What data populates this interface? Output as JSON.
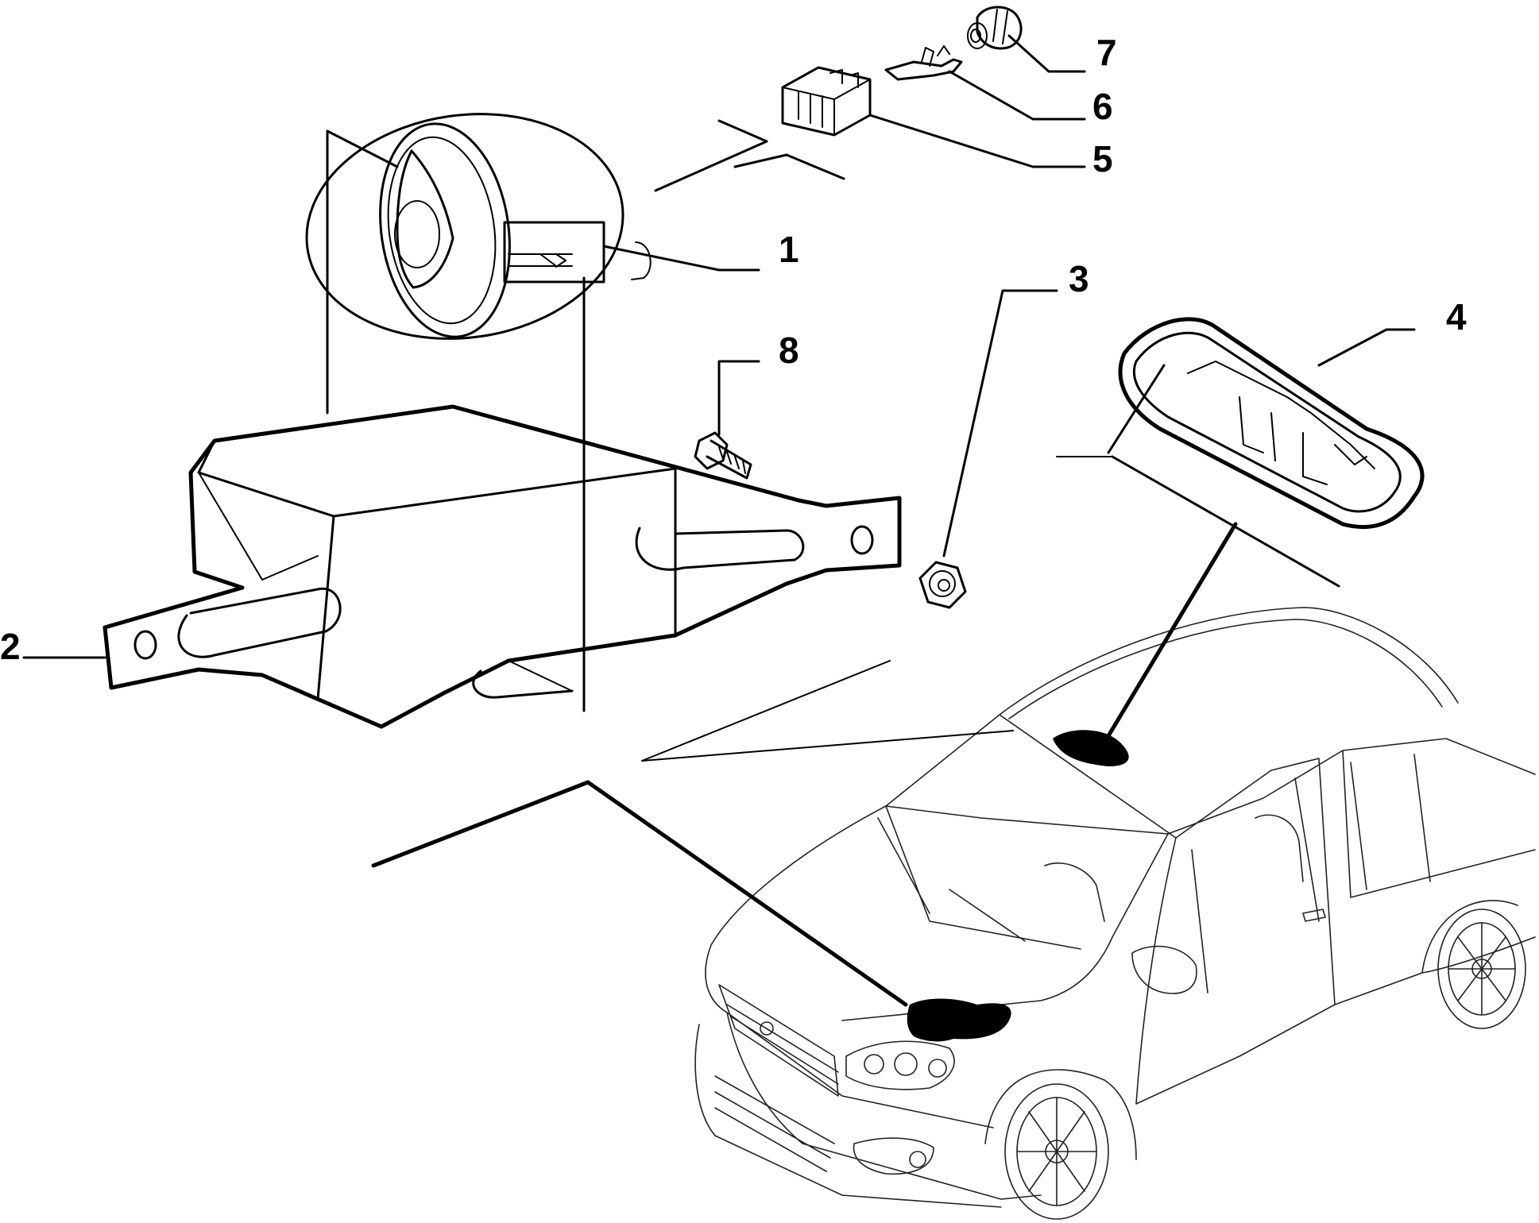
{
  "diagram": {
    "parts": [
      {
        "number": "1",
        "icon": "siren-horn-icon"
      },
      {
        "number": "2",
        "icon": "mounting-bracket-icon"
      },
      {
        "number": "3",
        "icon": "flange-nut-icon"
      },
      {
        "number": "4",
        "icon": "interior-sensor-housing-icon"
      },
      {
        "number": "5",
        "icon": "connector-block-icon"
      },
      {
        "number": "6",
        "icon": "terminal-clip-icon"
      },
      {
        "number": "7",
        "icon": "rubber-grommet-icon"
      },
      {
        "number": "8",
        "icon": "flange-bolt-icon"
      }
    ],
    "colors": {
      "ink": "#000000",
      "paper": "#ffffff"
    }
  }
}
